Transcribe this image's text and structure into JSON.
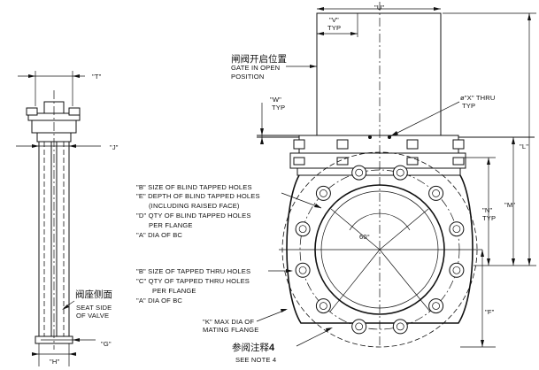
{
  "labels": {
    "U": "\"U\"",
    "V": "\"V\"",
    "V_typ": "TYP",
    "T": "\"T\"",
    "W": "\"W\"",
    "W_typ": "TYP",
    "X": "ø\"X\" THRU",
    "X_typ": "TYP",
    "J": "\"J\"",
    "L": "\"L\"",
    "M": "\"M\"",
    "N": "\"N\"",
    "N_typ": "TYP",
    "F": "\"F\"",
    "G": "\"G\"",
    "H": "\"H\"",
    "angle": "60°"
  },
  "notes": {
    "gate_cn": "闸阀开启位置",
    "gate_en_1": "GATE IN OPEN",
    "gate_en_2": "POSITION",
    "blind_1": "\"B\" SIZE OF BLIND TAPPED HOLES",
    "blind_2": "\"E\" DEPTH OF BLIND TAPPED HOLES",
    "blind_3": "(INCLUDING RAISED FACE)",
    "blind_4": "\"D\" QTY OF BLIND TAPPED HOLES",
    "blind_5": "PER FLANGE",
    "blind_6": "\"A\" DIA OF BC",
    "thru_1": "\"B\" SIZE OF TAPPED THRU HOLES",
    "thru_2": "\"C\" QTY OF TAPPED THRU HOLES",
    "thru_3": "PER FLANGE",
    "thru_4": "\"A\" DIA OF BC",
    "k_1": "\"K\" MAX DIA OF",
    "k_2": "MATING FLANGE",
    "see_cn": "参阅注释",
    "see_num": "4",
    "see_en": "SEE NOTE 4",
    "seat_cn": "阀座侧面",
    "seat_en_1": "SEAT SIDE",
    "seat_en_2": "OF VALVE"
  }
}
